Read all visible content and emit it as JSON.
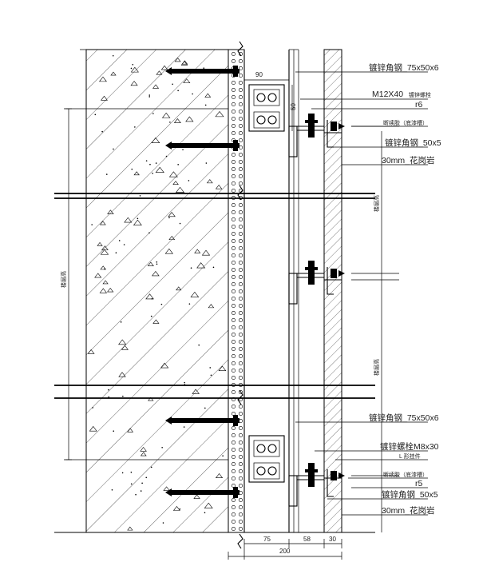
{
  "labels": {
    "angle_top": "镀锌角钢_75x50x6",
    "bolt_top": "M12X40",
    "bolt_top_suffix": "镀锌螺栓",
    "r6": "r6",
    "stone_clip_top": "断续胶（底漆槽）",
    "angle_mid": "镀锌角钢_50x5",
    "stone_top": "30mm_花岗岩",
    "angle_bottom": "镀锌角钢_75x50x6",
    "bolt_bottom": "镀锌螺栓M8x30",
    "stone_clip_bottom": "L 形挂件",
    "sealant_bottom": "断续胶（底漆槽）",
    "r5": "r5",
    "angle_bottom2": "镀锌角钢_50x5",
    "stone_bottom": "30mm_花岗岩"
  },
  "dimensions": {
    "top_90": "90",
    "top_50": "50",
    "left_height": "楼层高",
    "right_height": "楼层高",
    "mid_right": "楼层高",
    "d75": "75",
    "d58": "58",
    "d30": "30",
    "d200": "200"
  }
}
